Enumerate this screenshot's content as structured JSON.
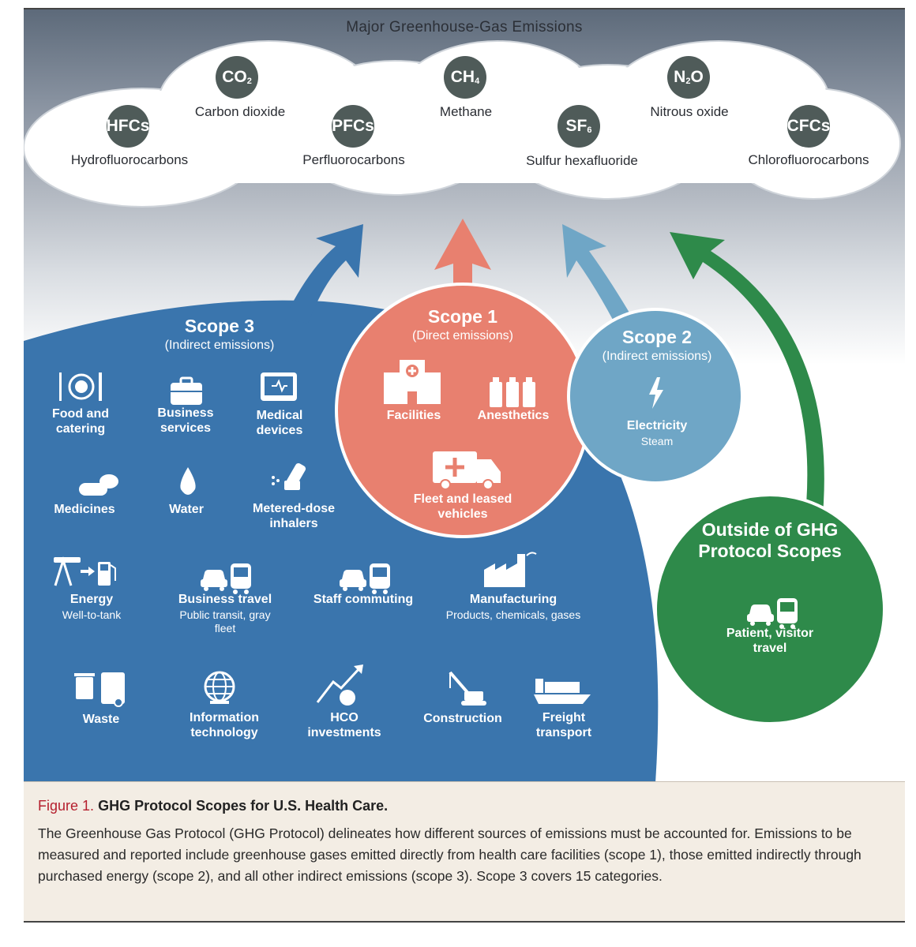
{
  "cloud": {
    "title": "Major Greenhouse-Gas Emissions",
    "gases": [
      {
        "symbol": "HFCs",
        "name": "Hydrofluorocarbons"
      },
      {
        "symbol": "CO",
        "subscript": "2",
        "name": "Carbon dioxide"
      },
      {
        "symbol": "PFCs",
        "name": "Perfluorocarbons"
      },
      {
        "symbol": "CH",
        "subscript": "4",
        "name": "Methane"
      },
      {
        "symbol": "SF",
        "subscript": "6",
        "name": "Sulfur hexafluoride"
      },
      {
        "symbol": "N",
        "subscript": "2",
        "symbol_suffix": "O",
        "name": "Nitrous oxide"
      },
      {
        "symbol": "CFCs",
        "name": "Chlorofluorocarbons"
      }
    ]
  },
  "scope3": {
    "title": "Scope 3",
    "subtitle": "(Indirect emissions)",
    "color": "#3a75ad",
    "items": [
      {
        "label": "Food and catering",
        "icon": "food-icon"
      },
      {
        "label": "Business services",
        "icon": "briefcase-icon"
      },
      {
        "label": "Medical devices",
        "icon": "monitor-icon"
      },
      {
        "label": "Medicines",
        "icon": "pills-icon"
      },
      {
        "label": "Water",
        "icon": "water-drop-icon"
      },
      {
        "label": "Metered-dose inhalers",
        "icon": "inhaler-icon"
      },
      {
        "label": "Energy",
        "sub": "Well-to-tank",
        "icon": "oil-pump-icon"
      },
      {
        "label": "Business travel",
        "sub": "Public transit, gray fleet",
        "icon": "car-bus-icon"
      },
      {
        "label": "Staff commuting",
        "icon": "car-bus-icon"
      },
      {
        "label": "Manufacturing",
        "sub": "Products, chemicals, gases",
        "icon": "factory-icon"
      },
      {
        "label": "Waste",
        "icon": "trash-icon"
      },
      {
        "label": "Information technology",
        "icon": "globe-icon"
      },
      {
        "label": "HCO investments",
        "icon": "investment-icon"
      },
      {
        "label": "Construction",
        "icon": "crane-icon"
      },
      {
        "label": "Freight transport",
        "icon": "ship-icon"
      }
    ]
  },
  "scope1": {
    "title": "Scope 1",
    "subtitle": "(Direct emissions)",
    "color": "#e8806f",
    "items": [
      {
        "label": "Facilities",
        "icon": "hospital-icon"
      },
      {
        "label": "Anesthetics",
        "icon": "bottles-icon"
      },
      {
        "label": "Fleet and leased vehicles",
        "icon": "ambulance-icon"
      }
    ]
  },
  "scope2": {
    "title": "Scope 2",
    "subtitle": "(Indirect emissions)",
    "color": "#6fa6c6",
    "items": [
      {
        "label": "Electricity",
        "sub": "Steam",
        "icon": "lightning-icon"
      }
    ]
  },
  "outside": {
    "title": "Outside of GHG Protocol Scopes",
    "color": "#2e8a4a",
    "items": [
      {
        "label": "Patient, visitor travel",
        "icon": "car-bus-icon"
      }
    ]
  },
  "caption": {
    "figure_label": "Figure 1.",
    "title": "GHG Protocol Scopes for U.S. Health Care.",
    "body": "The Greenhouse Gas Protocol (GHG Protocol) delineates how different sources of emissions must be accounted for. Emissions to be measured and reported include greenhouse gases emitted directly from health care facilities (scope 1), those emitted indirectly through purchased energy (scope 2), and all other indirect emissions (scope 3). Scope 3 covers 15 categories."
  }
}
